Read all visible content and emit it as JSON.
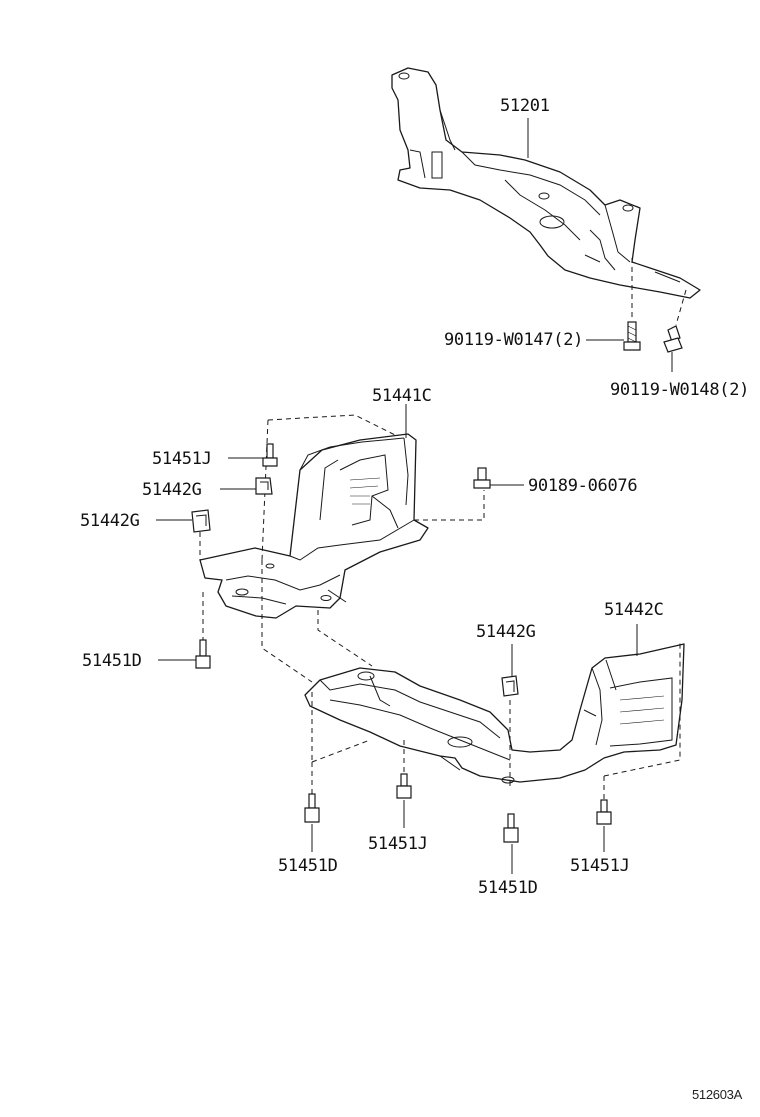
{
  "diagram": {
    "part_labels": {
      "crossmember": "51201",
      "bolt_a": "90119-W0147(2)",
      "bolt_b": "90119-W0148(2)",
      "front_cover": "51441C",
      "clip_upper": "51442G",
      "clip_left": "51442G",
      "bolt_j_upper": "51451J",
      "screw_right": "90189-06076",
      "bolt_d_left": "51451D",
      "clip_center": "51442G",
      "rear_cover": "51442C",
      "bolt_j_center": "51451J",
      "bolt_d_bottom_left": "51451D",
      "bolt_d_bottom_center": "51451D",
      "bolt_j_right": "51451J"
    },
    "diagram_code": "512603A"
  }
}
